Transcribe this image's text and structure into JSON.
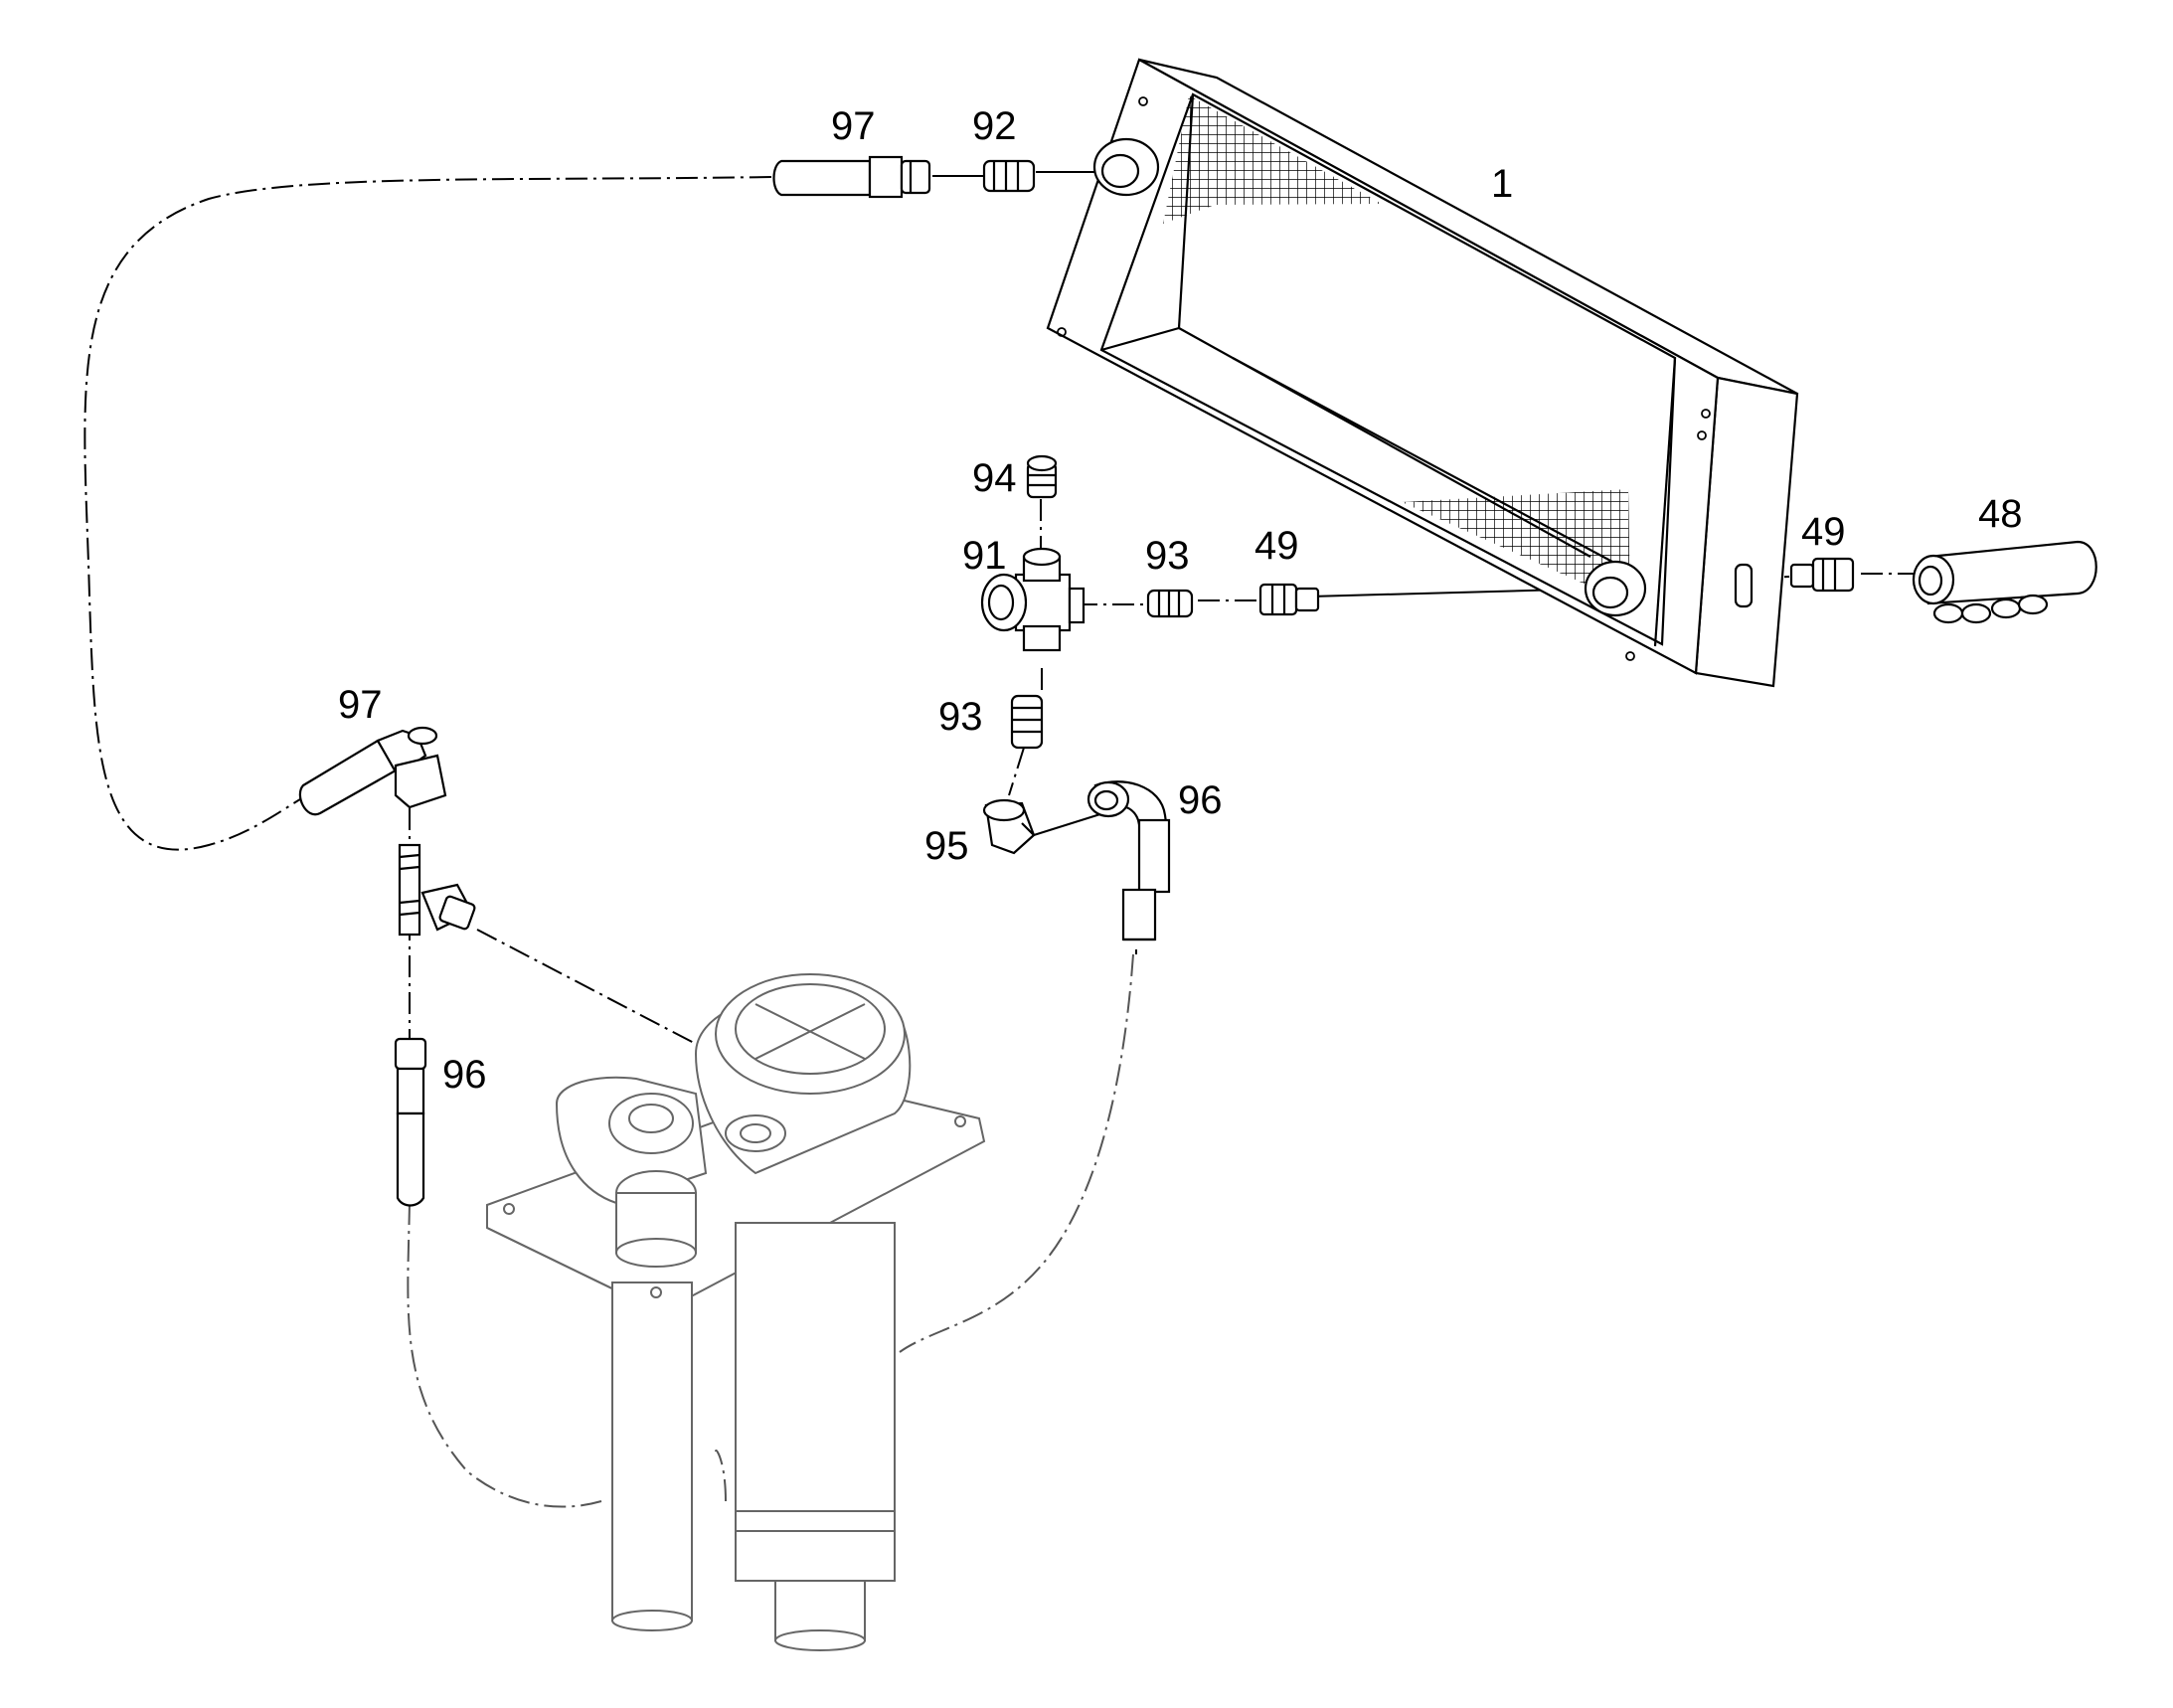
{
  "callouts": {
    "radiator": "1",
    "manifold": "48",
    "adapter_left": "49",
    "adapter_right": "49",
    "cross_fitting": "91",
    "nipple_top": "92",
    "nipple_horizontal": "93",
    "nipple_vertical": "93",
    "plug": "94",
    "elbow_nut": "95",
    "hose_right": "96",
    "hose_left": "96",
    "hose_top": "97",
    "hose_elbow": "97"
  },
  "colors": {
    "line": "#000000",
    "faded_line": "#666666",
    "mesh": "#000000",
    "background": "#ffffff"
  }
}
